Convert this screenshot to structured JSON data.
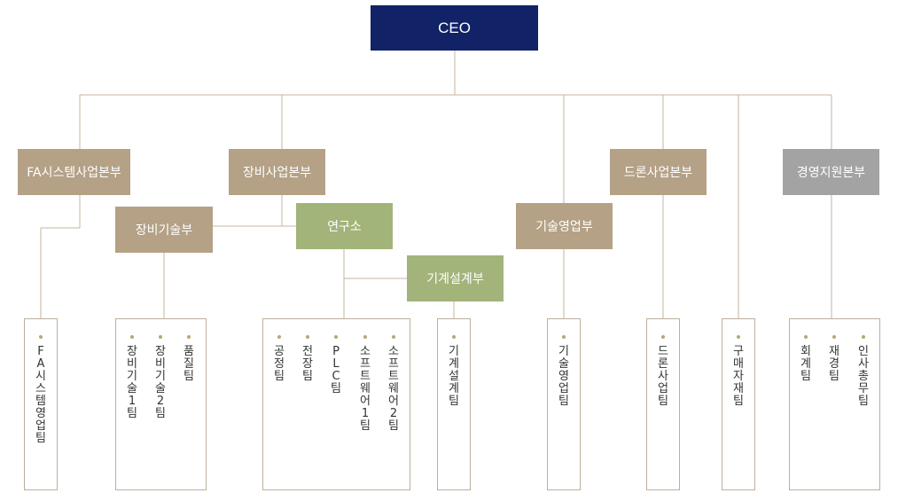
{
  "ceo": {
    "label": "CEO"
  },
  "divisions": {
    "fa_system": {
      "label": "FA시스템사업본부"
    },
    "equipment": {
      "label": "장비사업본부"
    },
    "equipment_tech": {
      "label": "장비기술부"
    },
    "research_lab": {
      "label": "연구소"
    },
    "mech_design": {
      "label": "기계설계부"
    },
    "tech_sales": {
      "label": "기술영업부"
    },
    "drone": {
      "label": "드론사업본부"
    },
    "management": {
      "label": "경영지원본부"
    }
  },
  "teams": {
    "fa": [
      "FA시스템영업팀"
    ],
    "equipment_tech": [
      "장비기술1팀",
      "장비기술2팀",
      "품질팀"
    ],
    "research": [
      "공정팀",
      "전장팀",
      "PLC팀",
      "소프트웨어1팀",
      "소프트웨어2팀"
    ],
    "mech_design": [
      "기계설계팀"
    ],
    "tech_sales": [
      "기술영업팀"
    ],
    "drone": [
      "드론사업팀"
    ],
    "purchasing": [
      "구매자재팀"
    ],
    "management": [
      "회계팀",
      "재경팀",
      "인사총무팀"
    ]
  },
  "colors": {
    "ceo": "#112266",
    "division": "#b4a186",
    "research": "#a2b479",
    "management": "#a3a3a3",
    "line": "#c4b49c"
  }
}
